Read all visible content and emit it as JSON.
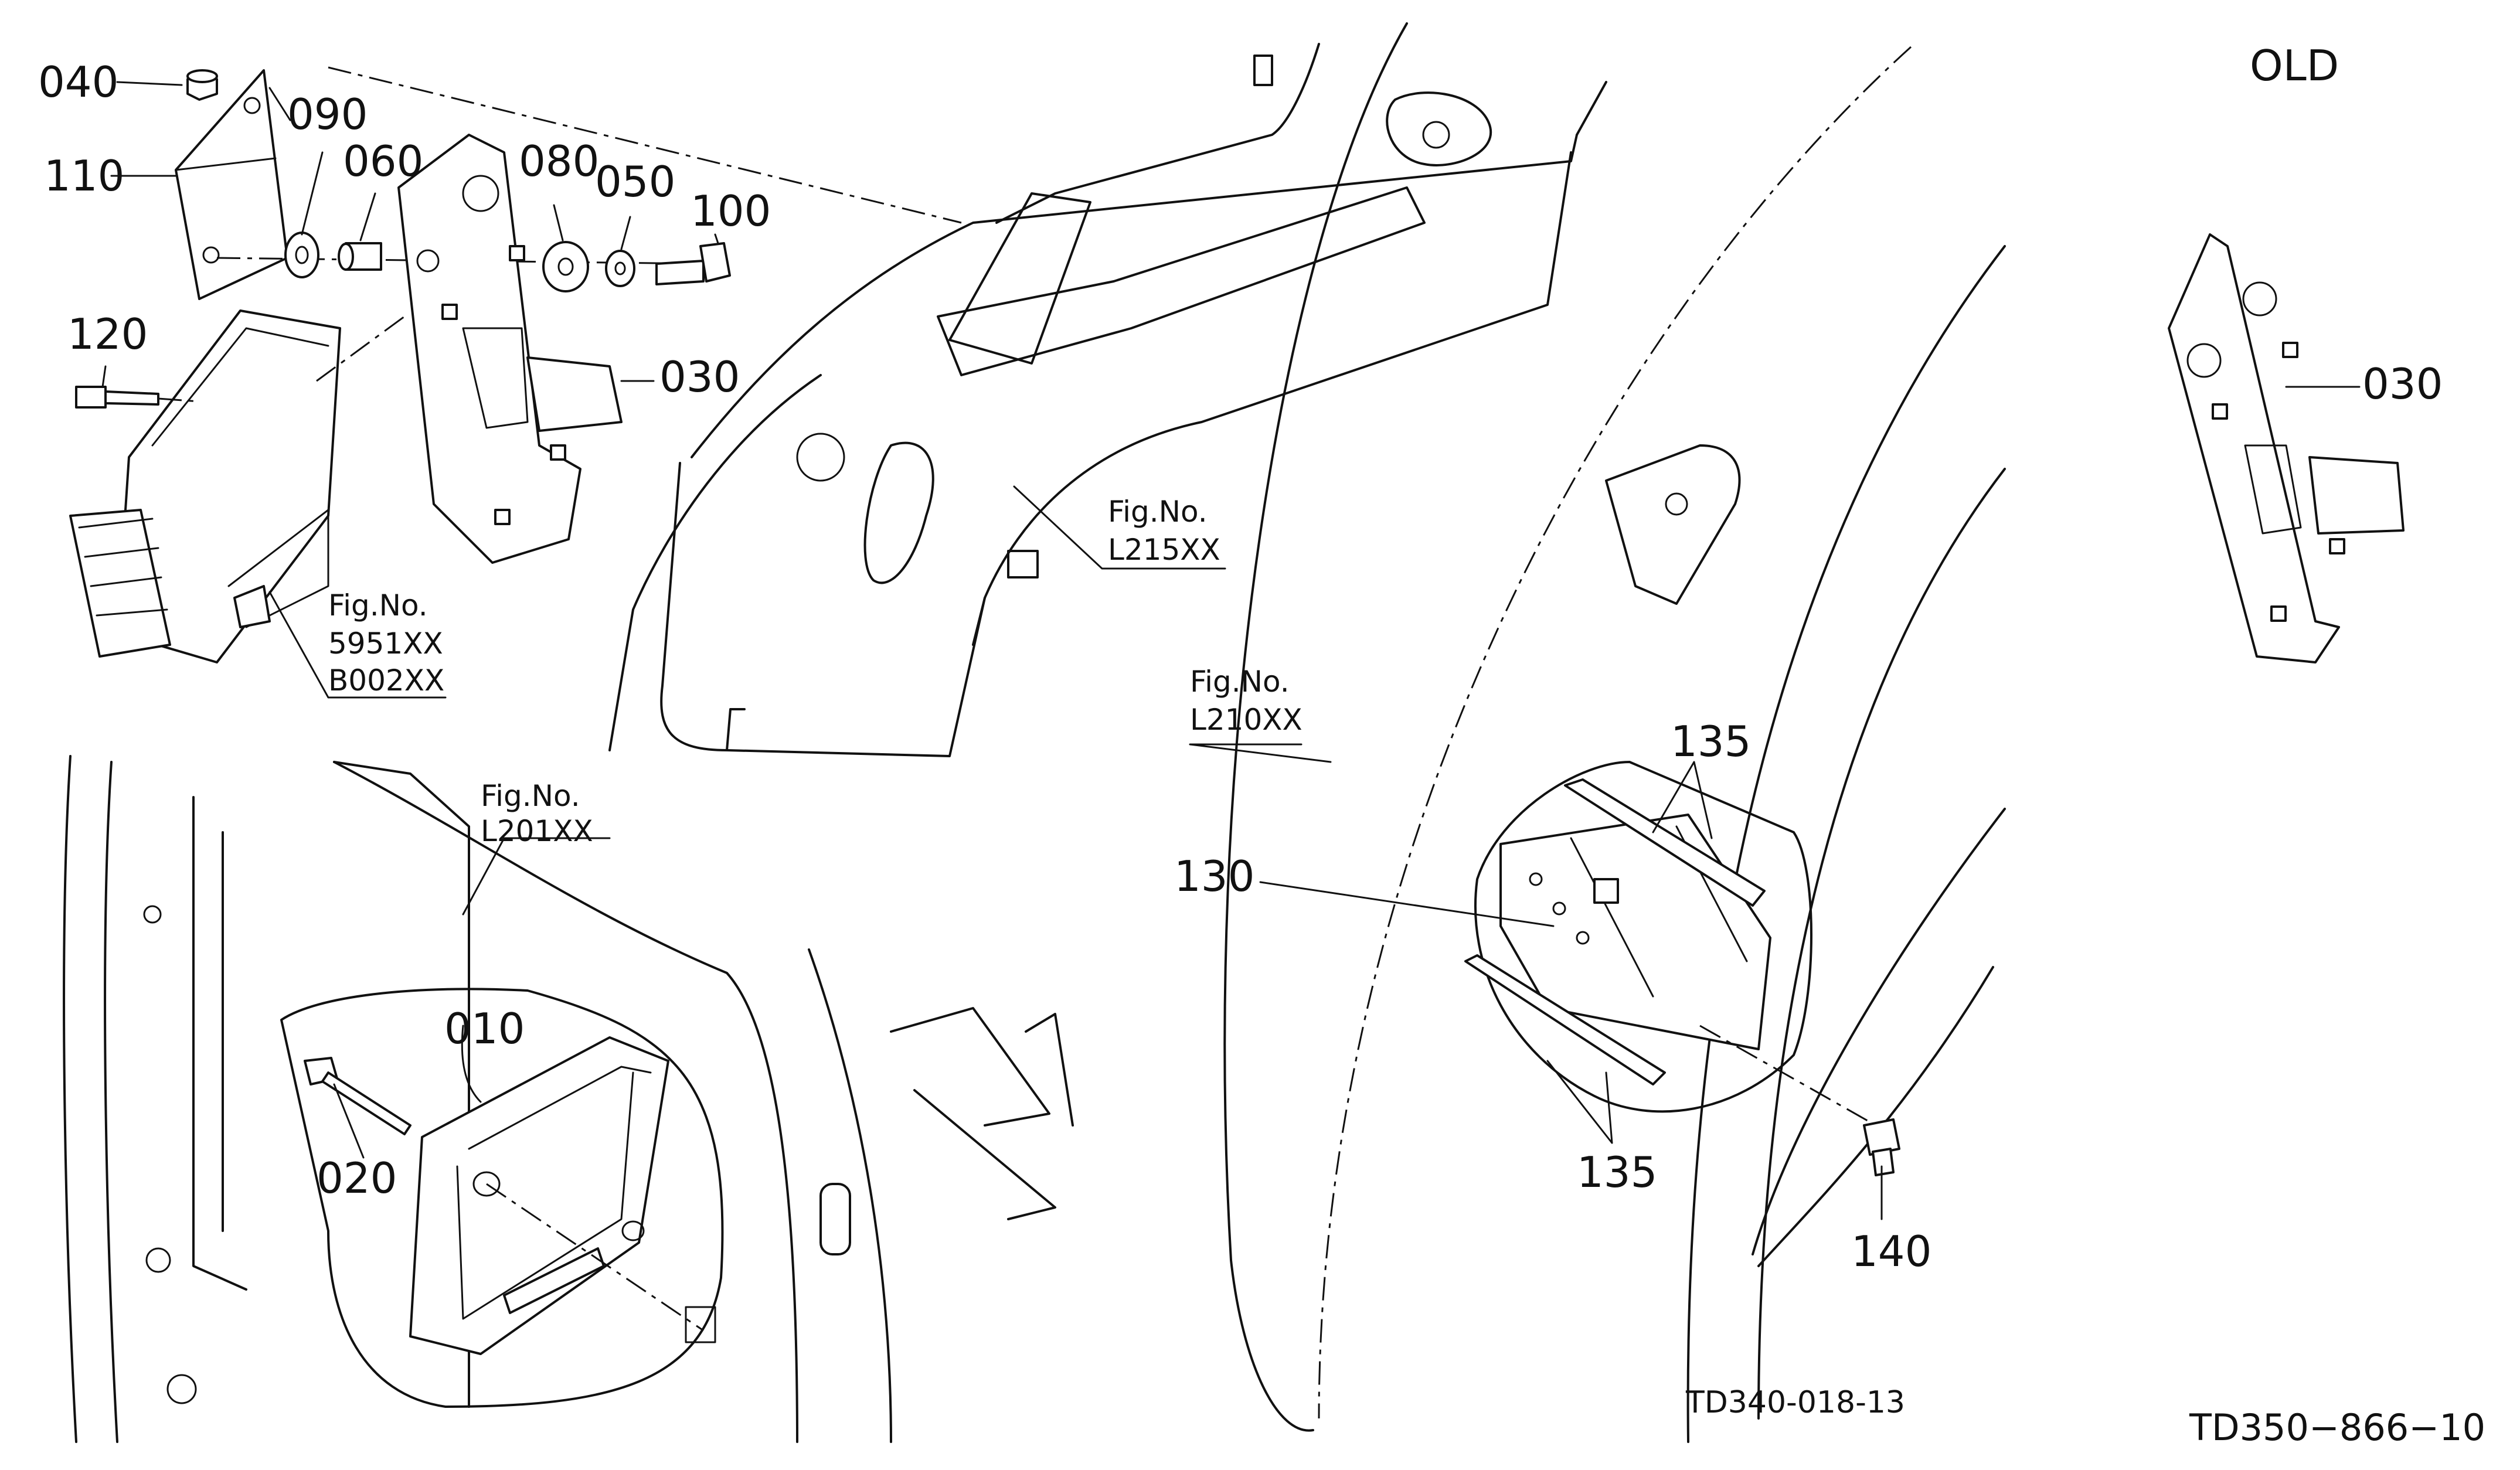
{
  "header": {
    "old_label": "OLD"
  },
  "callouts": [
    {
      "id": "010",
      "label": "010"
    },
    {
      "id": "020",
      "label": "020"
    },
    {
      "id": "030",
      "label": "030"
    },
    {
      "id": "030-old",
      "label": "030"
    },
    {
      "id": "040",
      "label": "040"
    },
    {
      "id": "050",
      "label": "050"
    },
    {
      "id": "060",
      "label": "060"
    },
    {
      "id": "080",
      "label": "080"
    },
    {
      "id": "090",
      "label": "090"
    },
    {
      "id": "100",
      "label": "100"
    },
    {
      "id": "110",
      "label": "110"
    },
    {
      "id": "120",
      "label": "120"
    },
    {
      "id": "130",
      "label": "130"
    },
    {
      "id": "135-top",
      "label": "135"
    },
    {
      "id": "135-bottom",
      "label": "135"
    },
    {
      "id": "140",
      "label": "140"
    }
  ],
  "fig_refs": [
    {
      "id": "fig-5951",
      "prefix": "Fig.No.",
      "lines": [
        "5951XX",
        "B002XX"
      ]
    },
    {
      "id": "fig-l215",
      "prefix": "Fig.No.",
      "lines": [
        "L215XX"
      ]
    },
    {
      "id": "fig-l210",
      "prefix": "Fig.No.",
      "lines": [
        "L210XX"
      ]
    },
    {
      "id": "fig-l201",
      "prefix": "Fig.No.",
      "lines": [
        "L201XX"
      ]
    }
  ],
  "drawing_codes": {
    "inner": "TD340-018-13",
    "main": "TD350−866−10"
  }
}
